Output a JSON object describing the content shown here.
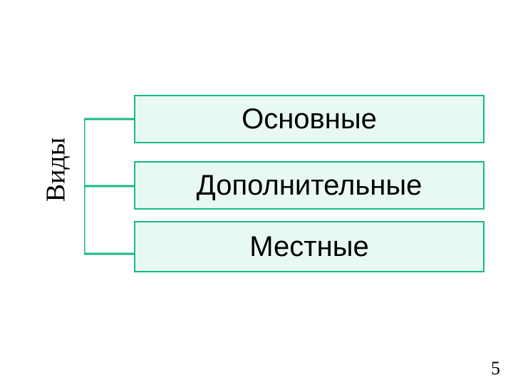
{
  "slide": {
    "page_number": "5",
    "category_label": "Виды",
    "accent_color": "#17b887",
    "box_fill_color": "#e8f8f2",
    "text_color": "#000000",
    "background_color": "#ffffff"
  },
  "diagram": {
    "type": "bracket-list",
    "root_label": "Виды",
    "nodes": [
      {
        "label": "Основные"
      },
      {
        "label": "Дополнительные"
      },
      {
        "label": "Местные"
      }
    ]
  }
}
